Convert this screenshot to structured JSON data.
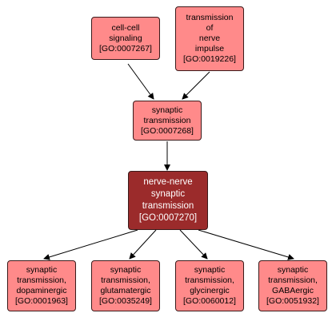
{
  "nodes": {
    "cell_cell_signaling": {
      "lines": [
        "cell-cell",
        "signaling",
        "[GO:0007267]"
      ]
    },
    "transmission_nerve_impulse": {
      "lines": [
        "transmission",
        "of",
        "nerve",
        "impulse",
        "[GO:0019226]"
      ]
    },
    "synaptic_transmission": {
      "lines": [
        "synaptic",
        "transmission",
        "[GO:0007268]"
      ]
    },
    "nerve_nerve_synaptic_transmission": {
      "lines": [
        "nerve-nerve",
        "synaptic",
        "transmission",
        "[GO:0007270]"
      ]
    },
    "dopaminergic": {
      "lines": [
        "synaptic",
        "transmission,",
        "dopaminergic",
        "[GO:0001963]"
      ]
    },
    "glutamatergic": {
      "lines": [
        "synaptic",
        "transmission,",
        "glutamatergic",
        "[GO:0035249]"
      ]
    },
    "glycinergic": {
      "lines": [
        "synaptic",
        "transmission,",
        "glycinergic",
        "[GO:0060012]"
      ]
    },
    "gabaergic": {
      "lines": [
        "synaptic",
        "transmission,",
        "GABAergic",
        "[GO:0051932]"
      ]
    }
  },
  "colors": {
    "node_fill": "#ff8a8a",
    "focus_fill": "#9b2b2b",
    "edge": "#000000"
  }
}
